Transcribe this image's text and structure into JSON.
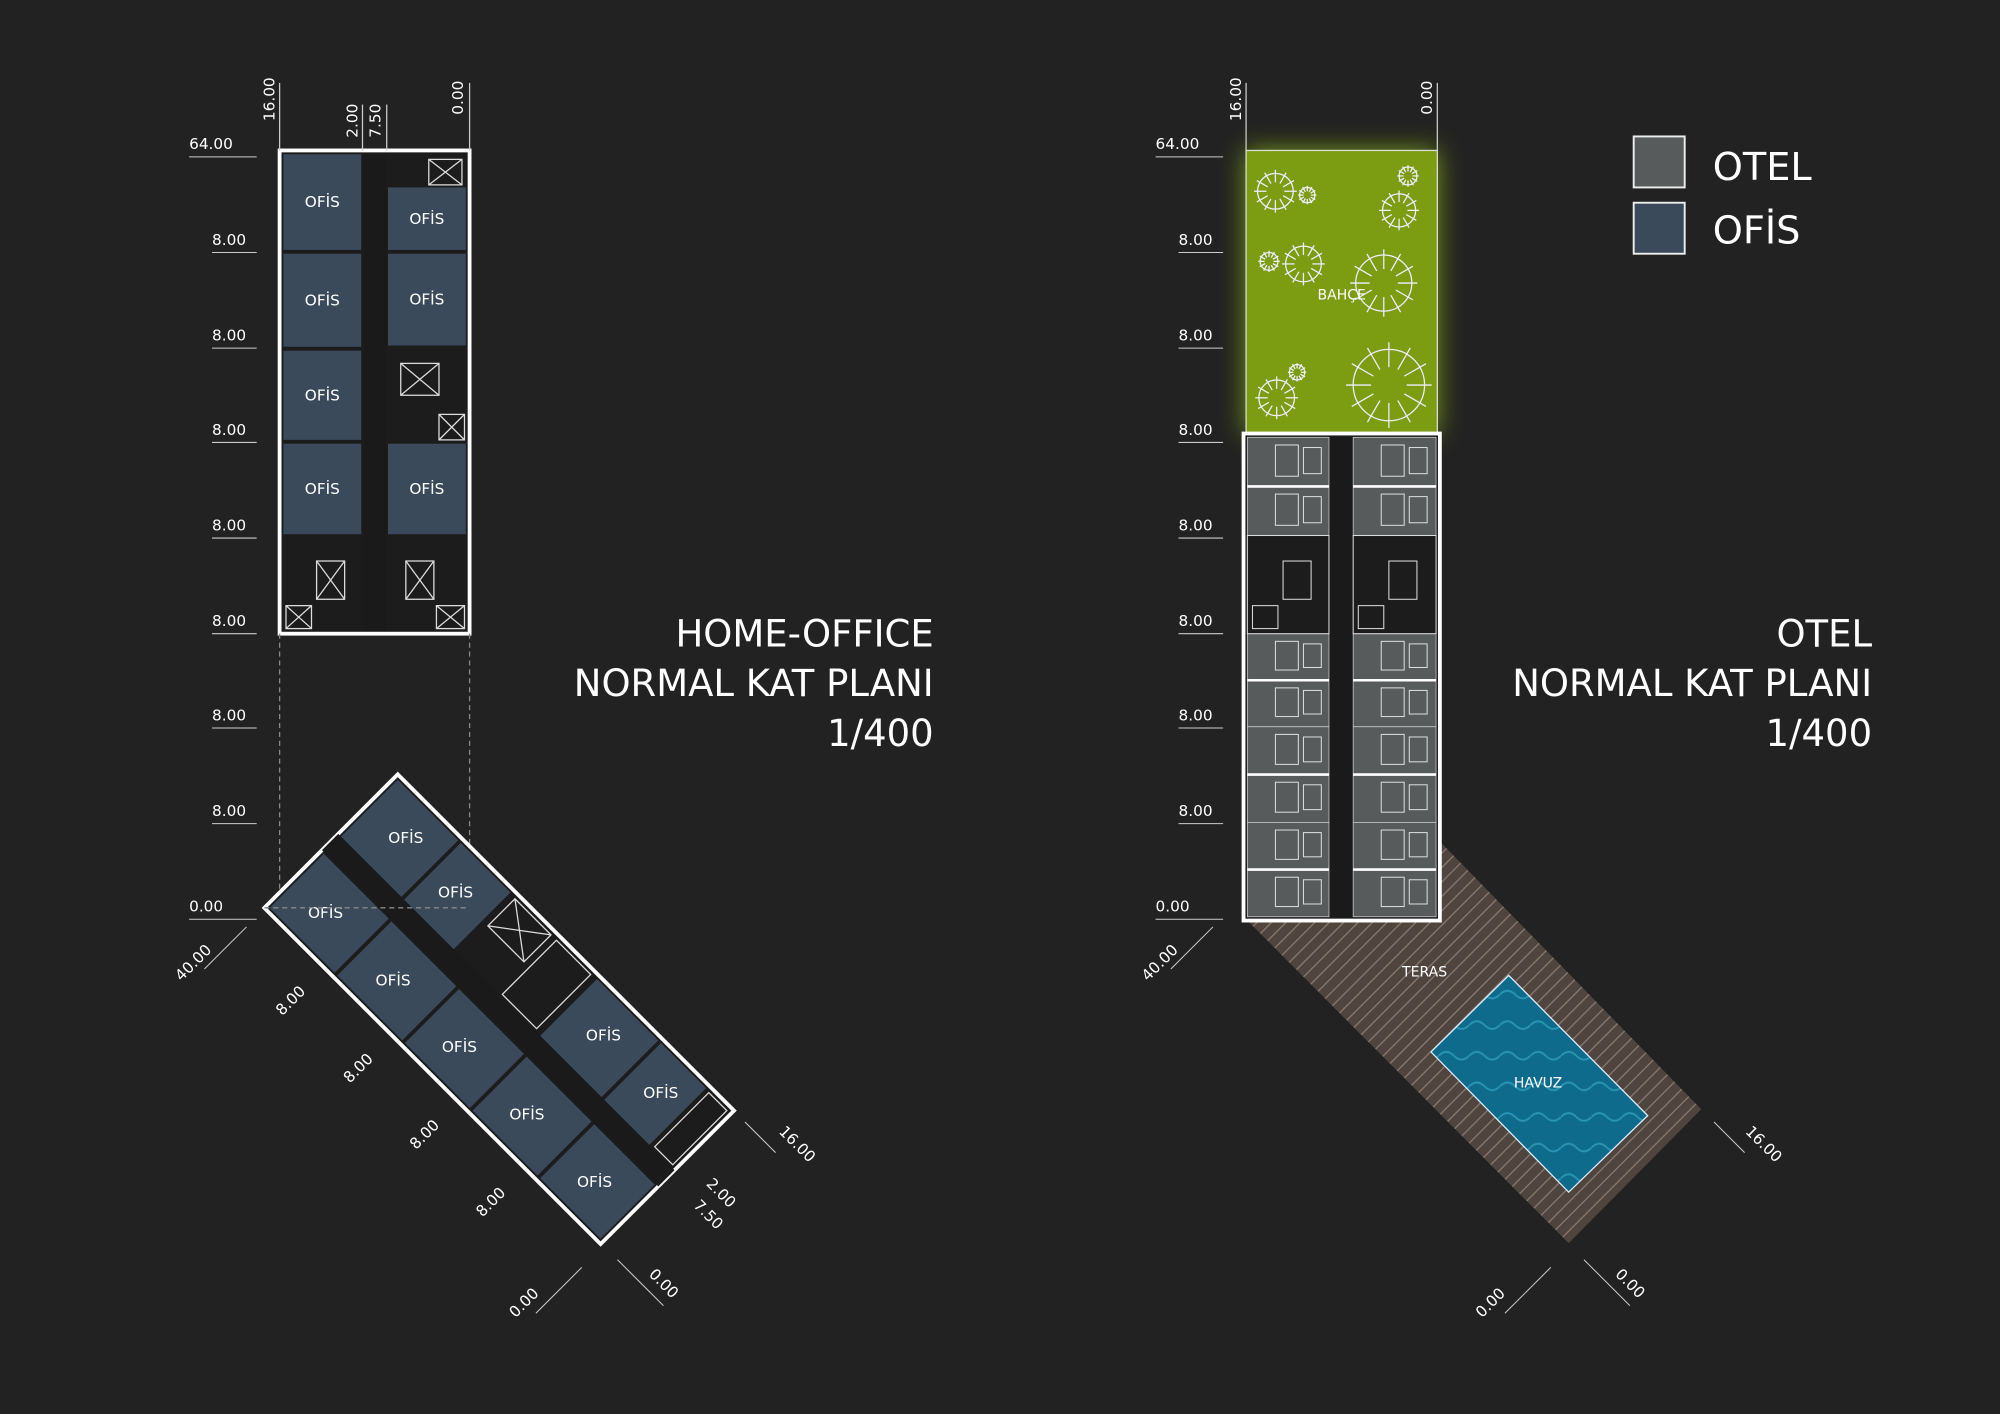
{
  "colors": {
    "background": "#222222",
    "ofis": "#3a4a5a",
    "otel": "#575b5b",
    "garden": "#7c9c12",
    "pool": "#0f6b8c",
    "terrace": "#5a4e46"
  },
  "legend": [
    {
      "label": "OTEL",
      "color": "#575b5b"
    },
    {
      "label": "OFİS",
      "color": "#3a4a5a"
    }
  ],
  "left_plan": {
    "title": [
      "HOME-OFFICE",
      "NORMAL KAT PLANI",
      "1/400"
    ],
    "room_label": "OFİS",
    "level_dims": [
      "64.00",
      "8.00",
      "8.00",
      "8.00",
      "8.00",
      "8.00",
      "8.00",
      "8.00",
      "0.00"
    ],
    "top_dims": [
      "16.00",
      "2.00",
      "7.50",
      "0.00"
    ],
    "rotated_dims": [
      "40.00",
      "8.00",
      "8.00",
      "8.00",
      "8.00",
      "16.00",
      "2.00",
      "7.50",
      "0.00",
      "0.00"
    ]
  },
  "right_plan": {
    "title": [
      "OTEL",
      "NORMAL KAT PLANI",
      "1/400"
    ],
    "garden_label": "BAHÇE",
    "terrace_label": "TERAS",
    "pool_label": "HAVUZ",
    "level_dims": [
      "64.00",
      "8.00",
      "8.00",
      "8.00",
      "8.00",
      "8.00",
      "8.00",
      "8.00",
      "0.00"
    ],
    "top_dims": [
      "16.00",
      "0.00"
    ],
    "rotated_dims": [
      "40.00",
      "16.00",
      "0.00",
      "0.00"
    ]
  }
}
